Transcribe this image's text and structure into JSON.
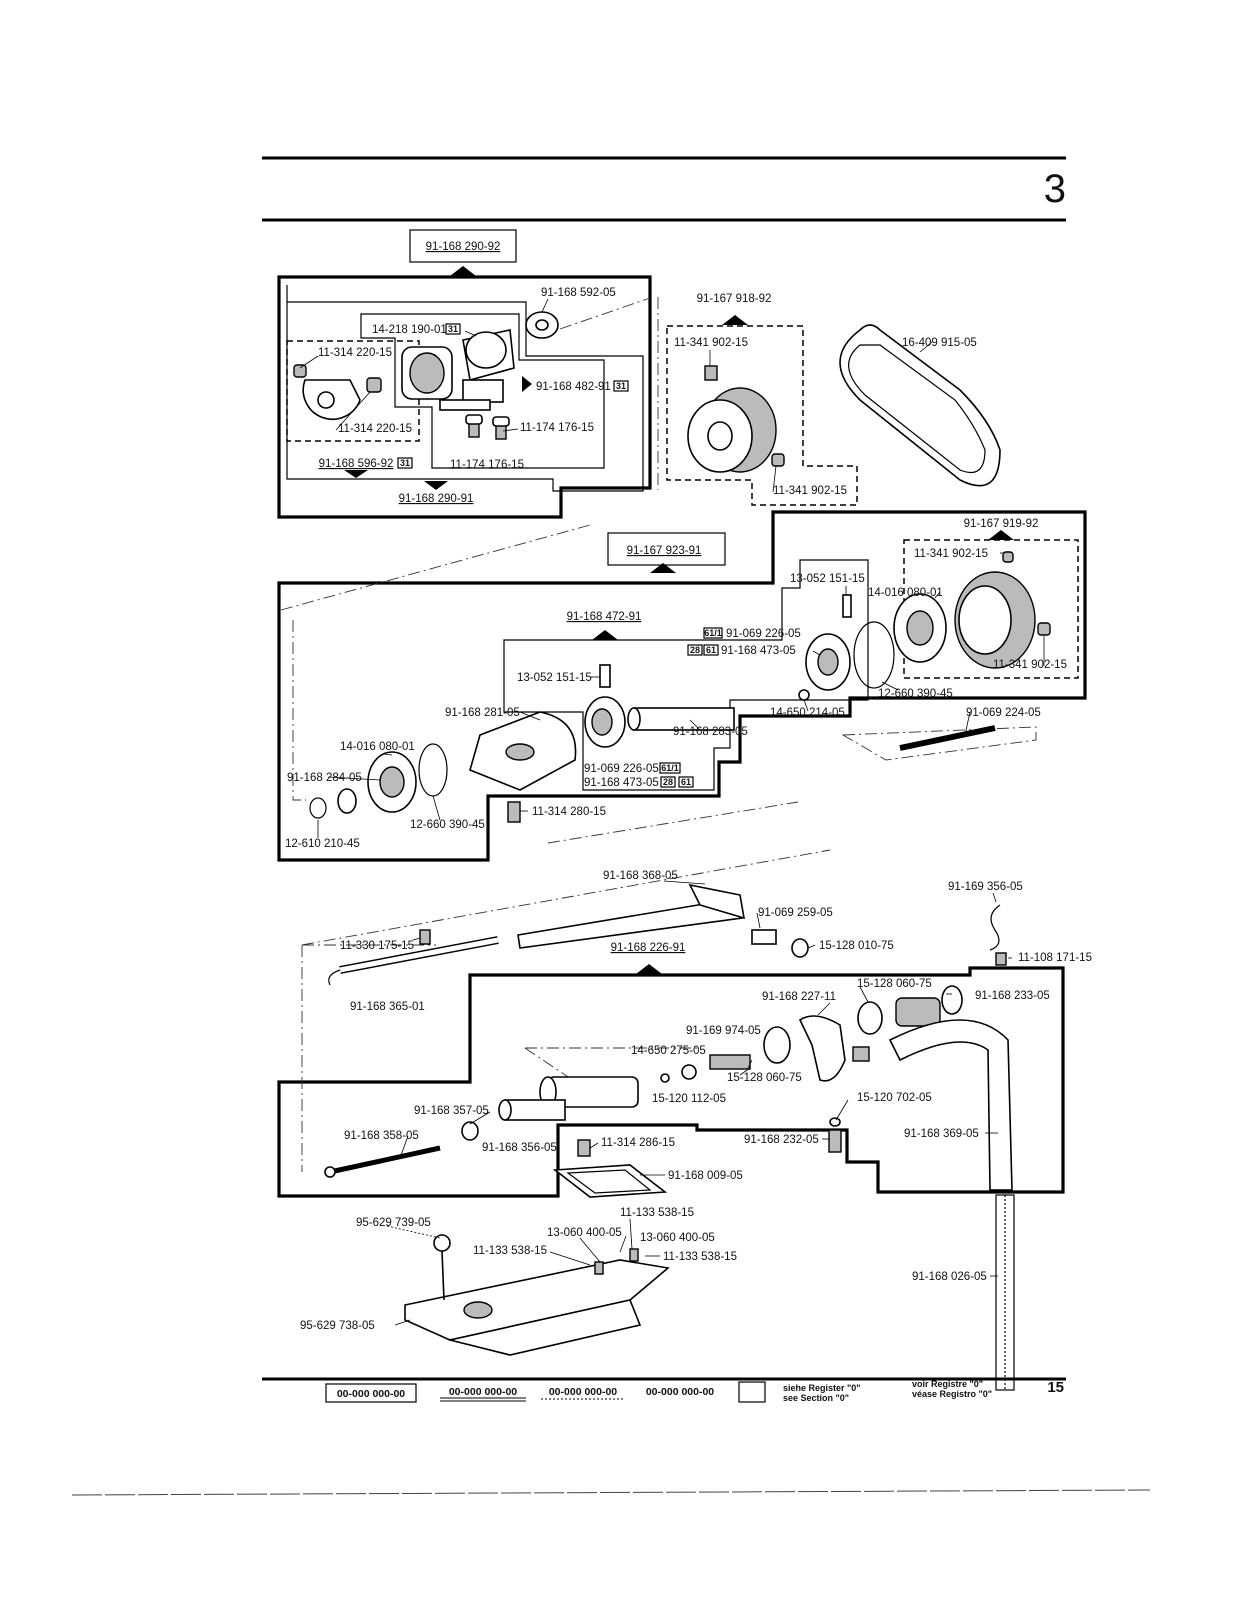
{
  "section_number": "3",
  "page_number": "15",
  "assemblies": {
    "a_290_92": "91-168 290-92",
    "a_290_91": "91-168 290-91",
    "a_596_92": "91-168 596-92",
    "a_482_91": "91-168 482-91",
    "a_918_92": "91-167 918-92",
    "a_919_92": "91-167 919-92",
    "a_923_91": "91-167 923-91",
    "a_472_91": "91-168 472-91",
    "a_226_91": "91-168 226-91"
  },
  "labels": {
    "l_592_05": "91-168 592-05",
    "l_190_01": "14-218 190-01",
    "l_220_15_a": "11-314 220-15",
    "l_220_15_b": "11-314 220-15",
    "l_176_15_a": "11-174 176-15",
    "l_176_15_b": "11-174 176-15",
    "l_902_15_a": "11-341 902-15",
    "l_902_15_b": "11-341 902-15",
    "l_915_05": "16-409 915-05",
    "l_902_15_c": "11-341 902-15",
    "l_902_15_d": "11-341 902-15",
    "l_151_15_a": "13-052 151-15",
    "l_080_01_a": "14-016 080-01",
    "l_226_05_a": "91-069 226-05",
    "l_473_05_a": "91-168 473-05",
    "l_390_45_a": "12-660 390-45",
    "l_151_15_b": "13-052 151-15",
    "l_214_05": "14-650 214-05",
    "l_224_05": "91-069 224-05",
    "l_281_05": "91-168 281-05",
    "l_283_05": "91-168 283-05",
    "l_080_01_b": "14-016 080-01",
    "l_284_05": "91-168 284-05",
    "l_226_05_b": "91-069 226-05",
    "l_473_05_b": "91-168 473-05",
    "l_280_15": "11-314 280-15",
    "l_390_45_b": "12-660 390-45",
    "l_210_45": "12-610 210-45",
    "l_368_05": "91-168 368-05",
    "l_356_05_a": "91-169 356-05",
    "l_259_05": "91-069 259-05",
    "l_175_15": "11-330 175-15",
    "l_010_75": "15-128 010-75",
    "l_171_15": "11-108 171-15",
    "l_365_01": "91-168 365-01",
    "l_060_75_a": "15-128 060-75",
    "l_227_11": "91-168 227-11",
    "l_233_05": "91-168 233-05",
    "l_974_05": "91-169 974-05",
    "l_275_05": "14-650 275-05",
    "l_060_75_b": "15-128 060-75",
    "l_112_05": "15-120 112-05",
    "l_702_05": "15-120 702-05",
    "l_357_05": "91-168 357-05",
    "l_358_05": "91-168 358-05",
    "l_356_05_b": "91-168 356-05",
    "l_286_15": "11-314 286-15",
    "l_232_05": "91-168 232-05",
    "l_369_05": "91-168 369-05",
    "l_009_05": "91-168 009-05",
    "l_739_05": "95-629 739-05",
    "l_538_15_a": "11-133 538-15",
    "l_400_05_a": "13-060 400-05",
    "l_400_05_b": "13-060 400-05",
    "l_538_15_b": "11-133 538-15",
    "l_538_15_c": "11-133 538-15",
    "l_026_05": "91-168 026-05",
    "l_738_05": "95-629 738-05"
  },
  "section_refs": {
    "r31_a": "31",
    "r31_b": "31",
    "r31_c": "31",
    "r61_a": "61/1",
    "r28_a": "28",
    "r61_b": "61",
    "r61_c": "61/1",
    "r28_b": "28",
    "r61_d": "61"
  },
  "legend": {
    "boxed": "00-000 000-00",
    "double": "00-000 000-00",
    "dashed": "00-000 000-00",
    "plain": "00-000 000-00",
    "note_de": "siehe Register \"0\"",
    "note_en": "see Section \"0\"",
    "note_fr": "voir Registre \"0\"",
    "note_es": "véase Registro \"0\""
  }
}
